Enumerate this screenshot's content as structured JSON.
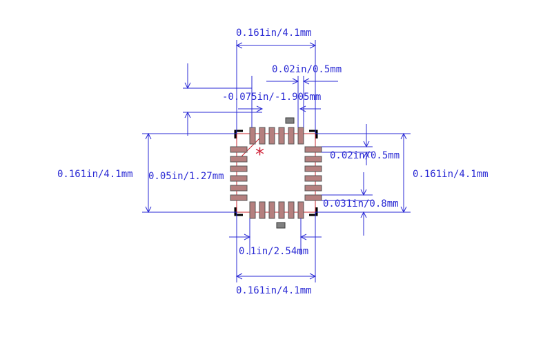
{
  "diagram": {
    "labels": {
      "top_width": "0.161in/4.1mm",
      "pad_width": "0.02in/0.5mm",
      "offset": "-0.075in/-1.905mm",
      "left_height": "0.161in/4.1mm",
      "pitch_vertical": "0.05in/1.27mm",
      "right_pad_width": "0.02in/0.5mm",
      "right_height": "0.161in/4.1mm",
      "right_pad_length": "0.031in/0.8mm",
      "bottom_pitch": "0.1in/2.54mm",
      "bottom_width": "0.161in/4.1mm"
    },
    "pin1_marker": "*",
    "colors": {
      "dimension": "#2a2ad4",
      "pad": "#b5807f",
      "pad_gray": "#808080",
      "body_outline": "#c8242e",
      "corner": "#000000",
      "pin1": "#d0243a"
    }
  }
}
